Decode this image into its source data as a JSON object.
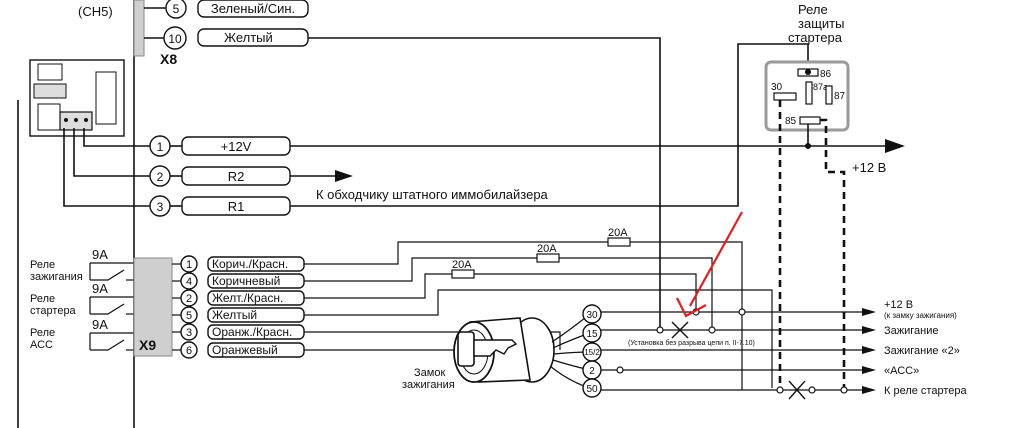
{
  "diagram": {
    "ch5": "(CH5)",
    "x8": "X8",
    "x9": "X9",
    "top_wires": [
      {
        "num": "5",
        "label": "Зеленый/Син."
      },
      {
        "num": "10",
        "label": "Желтый"
      }
    ],
    "x8_wires": [
      {
        "num": "1",
        "label": "+12V"
      },
      {
        "num": "2",
        "label": "R2"
      },
      {
        "num": "3",
        "label": "R1"
      }
    ],
    "immobilizer_note": "К обходчику штатного иммобилайзера",
    "relay_protect": {
      "title_line1": "Реле",
      "title_line2": "защиты",
      "title_line3": "стартера",
      "pins": [
        "86",
        "30",
        "87a",
        "87",
        "85"
      ]
    },
    "plus12_out": "+12 В",
    "left_relays": [
      {
        "line1": "Реле",
        "line2": "зажигания",
        "amp": "9A"
      },
      {
        "line1": "Реле",
        "line2": "стартера",
        "amp": "9A"
      },
      {
        "line1": "Реле",
        "line2": "АСС",
        "amp": "9A"
      }
    ],
    "x9_wires": [
      {
        "num": "1",
        "label": "Корич./Красн."
      },
      {
        "num": "4",
        "label": "Коричневый"
      },
      {
        "num": "2",
        "label": "Желт./Красн."
      },
      {
        "num": "5",
        "label": "Желтый"
      },
      {
        "num": "3",
        "label": "Оранж./Красн."
      },
      {
        "num": "6",
        "label": "Оранжевый"
      }
    ],
    "fuses": [
      "20A",
      "20A",
      "20A"
    ],
    "lock_label_line1": "Замок",
    "lock_label_line2": "зажигания",
    "lock_pins": [
      "30",
      "15",
      "15/2",
      "2",
      "50"
    ],
    "note_install": "(Установка без разрыва цепи п. II-7.10)",
    "outputs": [
      {
        "line1": "+12 В",
        "line2": "(к замку зажигания)"
      },
      {
        "line1": "Зажигание",
        "line2": ""
      },
      {
        "line1": "Зажигание «2»",
        "line2": ""
      },
      {
        "line1": "«АСС»",
        "line2": ""
      },
      {
        "line1": "К реле стартера",
        "line2": ""
      }
    ],
    "colors": {
      "line": "#111111",
      "highlight": "#e02020",
      "relay_box": "#9a9a9a",
      "connector": "#c8c8c8"
    }
  }
}
